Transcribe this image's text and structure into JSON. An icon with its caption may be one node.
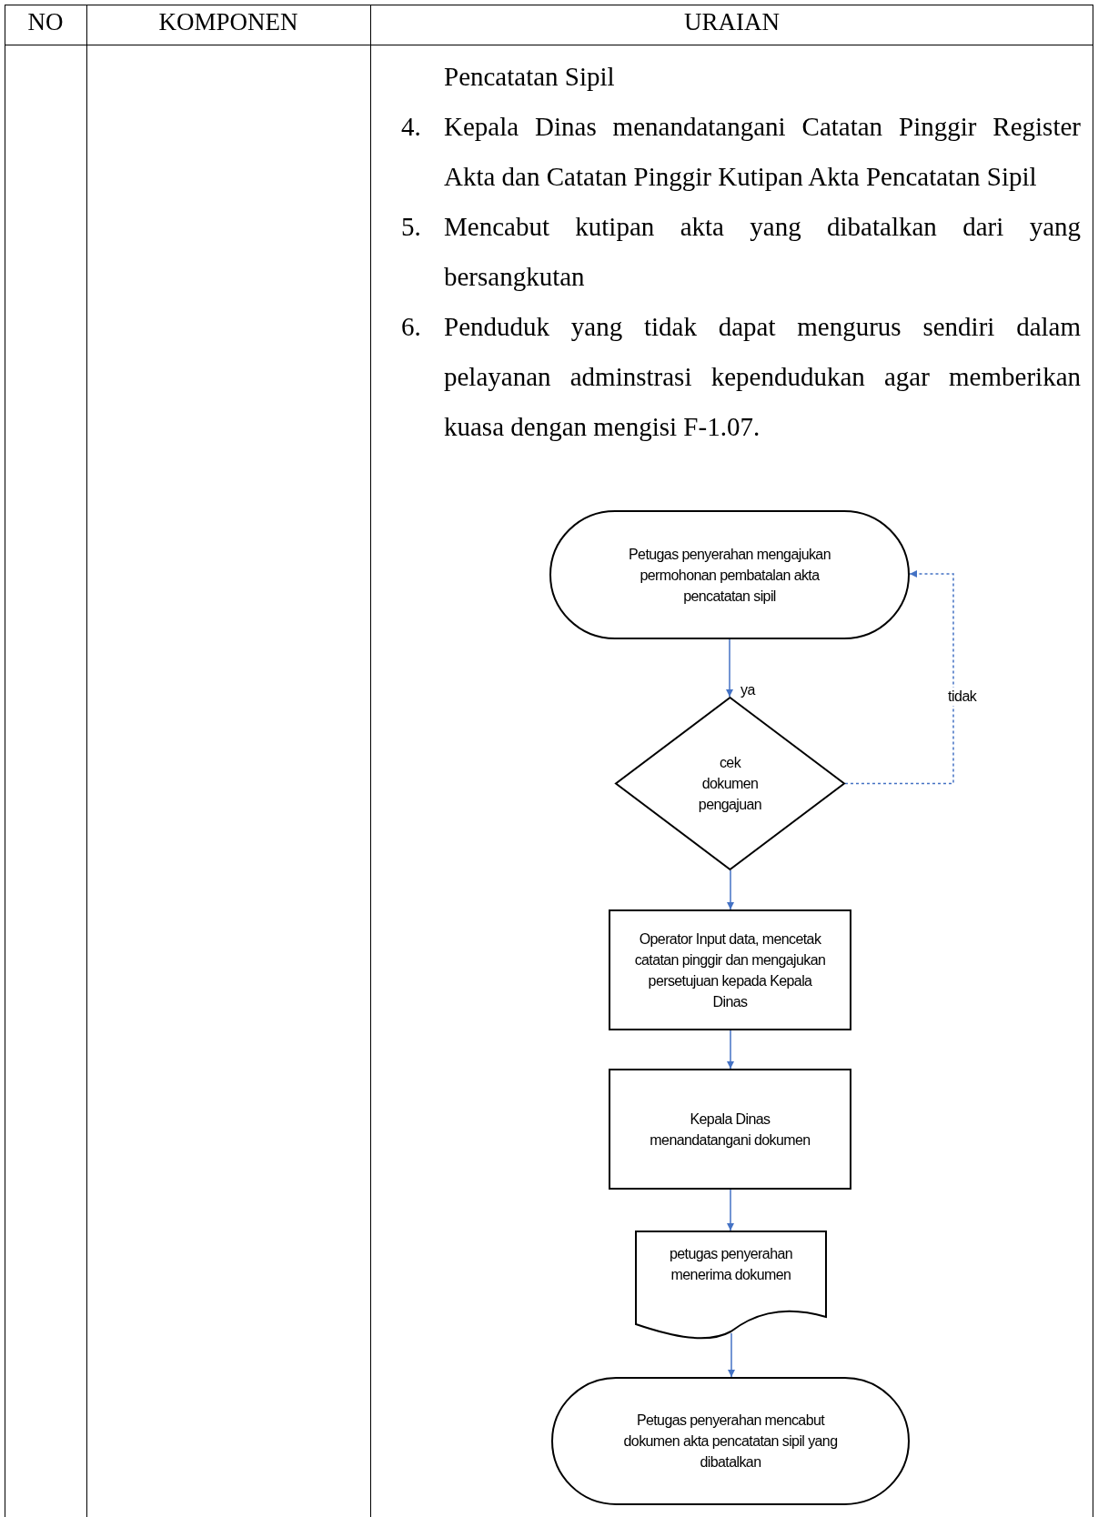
{
  "diagram": {
    "nodes": [
      {
        "text": [
          "Petugas penyerahan mengajukan permohonan pembatalan akta pencatatan sipil"
        ]
      },
      {
        "text": [
          "cek dokumen pengajuan"
        ]
      },
      {
        "text": [
          "Operator Input data, mencetak catatan pinggir dan mengajukan persetujuan kepada Kepala Dinas"
        ]
      },
      {
        "text": [
          "Kepala Dinas menandatangani dokumen"
        ]
      },
      {
        "text": [
          "petugas penyerahan menerima dokumen"
        ]
      },
      {
        "text": [
          "Petugas penyerahan mencabut dokumen akta pencatatan sipil yang dibatalkan"
        ]
      }
    ],
    "edges": [
      {
        "from": 0,
        "to": 1,
        "arrow": "to",
        "label": "ya"
      },
      {
        "from": 1,
        "to": 0,
        "arrow": "to",
        "label": "tidak",
        "style": "dashed"
      },
      {
        "from": 1,
        "to": 2,
        "arrow": "to"
      },
      {
        "from": 2,
        "to": 3,
        "arrow": "to"
      },
      {
        "from": 3,
        "to": 4,
        "arrow": "to"
      },
      {
        "from": 4,
        "to": 5,
        "arrow": "to"
      }
    ],
    "labels": [
      "NO",
      "KOMPONEN",
      "URAIAN",
      "Pencatatan Sipil",
      "4.",
      "Kepala Dinas menandatangani Catatan Pinggir Register Akta dan Catatan Pinggir Kutipan Akta Pencatatan Sipil",
      "5.",
      "Mencabut kutipan akta yang dibatalkan dari yang bersangkutan",
      "6.",
      "Penduduk yang tidak dapat mengurus sendiri dalam pelayanan adminstrasi kependudukan agar memberikan kuasa dengan mengisi F-1.07."
    ]
  }
}
